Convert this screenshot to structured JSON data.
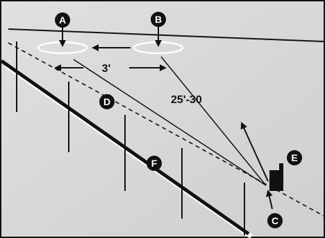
{
  "diagram": {
    "labels": {
      "a": "A",
      "b": "B",
      "c": "C",
      "d": "D",
      "e": "E",
      "f": "F"
    },
    "dimensions": {
      "offset": "3'",
      "distance": "25'-30"
    },
    "colors": {
      "background": "#d9d9d9",
      "ink": "#111111",
      "badge_fill": "#111111",
      "badge_text": "#ffffff"
    }
  }
}
